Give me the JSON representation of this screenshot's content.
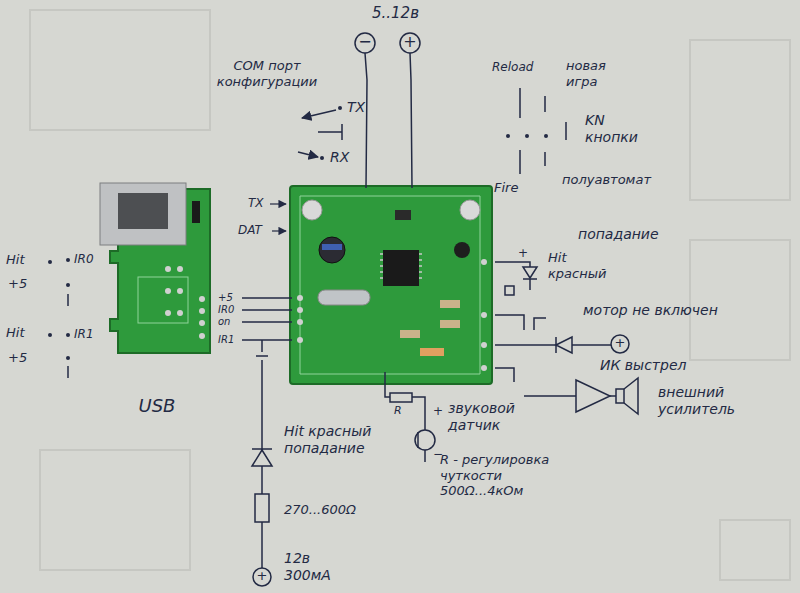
{
  "diagram": {
    "nodes": [
      {
        "text": [
          "USB"
        ]
      }
    ],
    "labels": [
      "5..12в",
      "−",
      "+",
      "COM порт конфигурации",
      "TX",
      "RX",
      "Reload",
      "новая игра",
      "KN кнопки",
      "Fire",
      "полуавтомат",
      "TX",
      "DAT",
      "попадание",
      "+",
      "Hit красный",
      "мотор не включен",
      "+",
      "ИК выстрел",
      "внешний усилитель",
      "Hit",
      "IR0",
      "+5",
      "Hit",
      "IR1",
      "+5",
      "+5",
      "IR0",
      "on",
      "IR1",
      "R",
      "+",
      "−",
      "звуковой датчик",
      "R - регулировка чуткости 500Ω...4кОм",
      "Hit красный попадание",
      "270...600Ω",
      "+",
      "12в 300мА"
    ]
  }
}
